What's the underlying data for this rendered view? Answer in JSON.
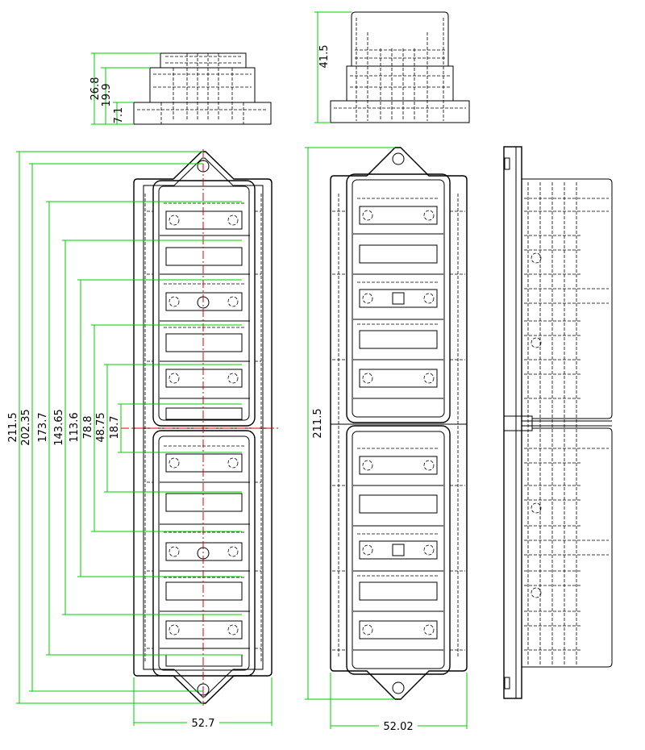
{
  "colors": {
    "outline": "#000000",
    "dimension_line": "#00cc00",
    "center_line": "#e00000",
    "background": "#ffffff"
  },
  "top_views": {
    "left": {
      "dimensions": [
        "26.8",
        "19.9",
        "7.1"
      ]
    },
    "right": {
      "dimensions": [
        "41.5"
      ]
    }
  },
  "front_view": {
    "vertical_dimensions": [
      "211.5",
      "202.35",
      "173.7",
      "143.65",
      "113.6",
      "78.8",
      "48.75",
      "18.7"
    ],
    "width_dimension": "52.7"
  },
  "middle_view": {
    "height_dimension": "211.5",
    "width_dimension": "52.02"
  }
}
